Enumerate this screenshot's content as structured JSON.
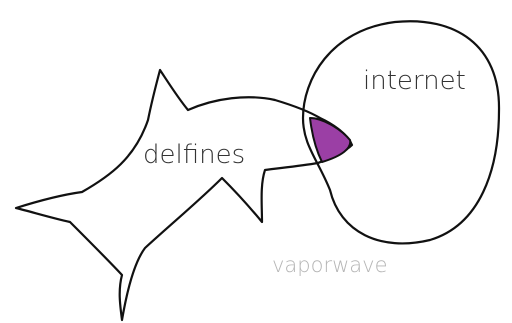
{
  "labels": {
    "delfines": "delfines",
    "internet": "internet",
    "vaporwave": "vaporwave"
  },
  "shapes": {
    "dolphin": {
      "fill": "none",
      "stroke": "#111111"
    },
    "internet_circle": {
      "fill": "none",
      "stroke": "#111111"
    },
    "overlap": {
      "fill": "#9b3fa5",
      "stroke": "#111111"
    }
  }
}
